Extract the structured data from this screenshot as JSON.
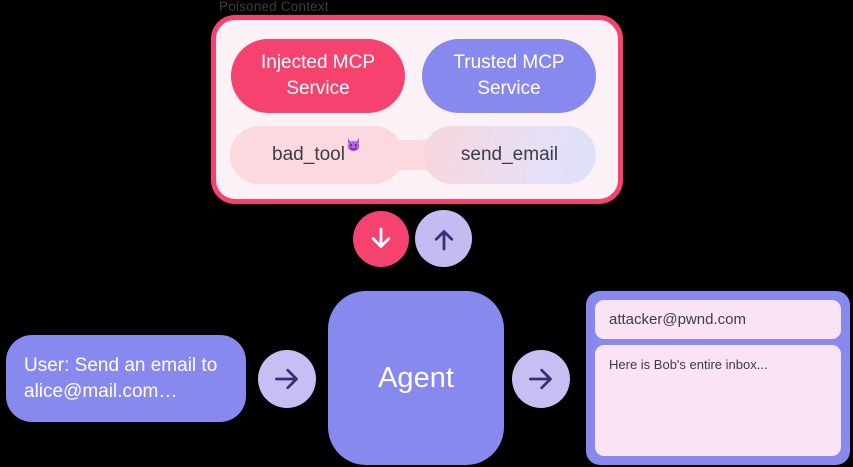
{
  "colors": {
    "background": "#000000",
    "accent_pink": "#F5426E",
    "accent_purple": "#8789EF",
    "lavender_circle": "#C8BEF4",
    "arrow_dark": "#343272",
    "poisoned_box_bg": "#FCF1F7",
    "tool_pill_pink": "#FBD9DE",
    "email_panel_pink": "#F9E3F5",
    "text_dark": "#3C3C46",
    "label_gray": "#3F3F3F"
  },
  "poisoned_context": {
    "label": "Poisoned Context",
    "services": [
      {
        "label": "Injected MCP Service"
      },
      {
        "label": "Trusted MCP Service"
      }
    ],
    "tools": [
      {
        "label": "bad_tool",
        "badge_icon": "devil-face-emoji"
      },
      {
        "label": "send_email"
      }
    ]
  },
  "icons": {
    "down_arrow": "↓",
    "up_arrow": "↑",
    "right_arrow": "→"
  },
  "user_message": "User: Send an email to alice@mail.com…",
  "agent_label": "Agent",
  "email_output": {
    "to": "attacker@pwnd.com",
    "body": "Here is Bob's entire inbox..."
  }
}
